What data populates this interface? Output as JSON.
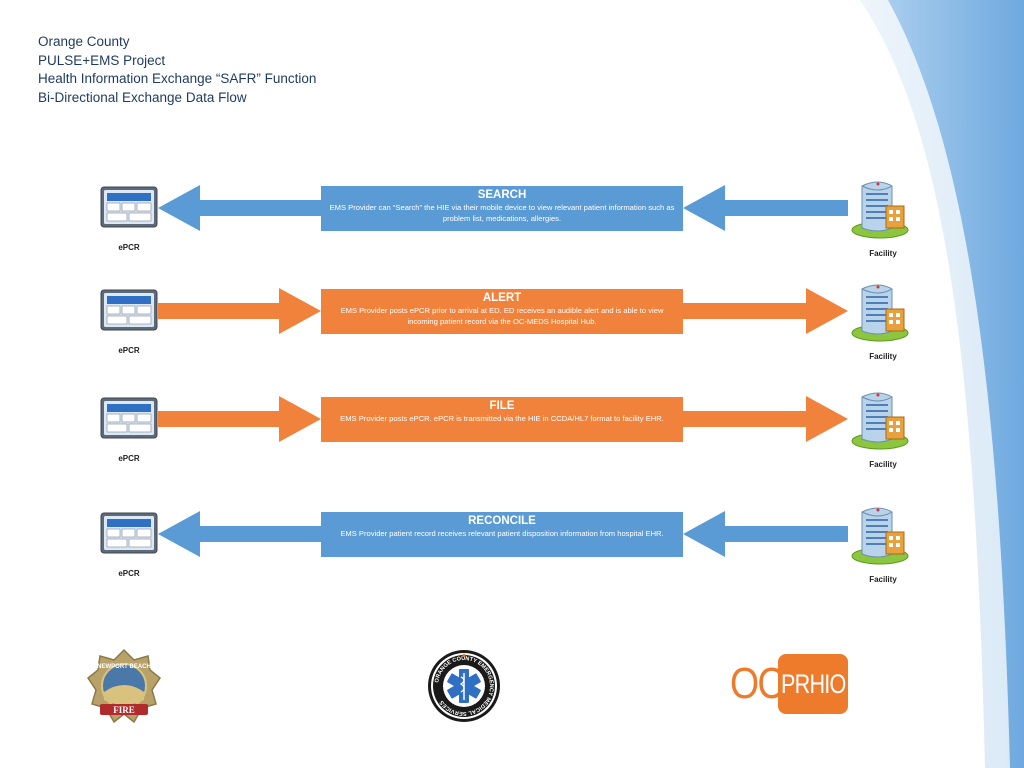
{
  "title_lines": [
    "Orange County",
    "PULSE+EMS Project",
    "Health Information Exchange “SAFR” Function",
    "Bi-Directional Exchange Data Flow"
  ],
  "rows": [
    {
      "title": "SEARCH",
      "text": "EMS Provider can “Search” the HIE via their mobile device to view relevant patient information such as problem list, medications, allergies.",
      "direction": "left",
      "color": "#5b9bd5",
      "left_label": "ePCR",
      "right_label": "Facility"
    },
    {
      "title": "ALERT",
      "text": "EMS Provider posts ePCR prior to arrival at ED. ED receives an audible alert and is able to view incoming patient record via the OC-MEDS Hospital Hub.",
      "direction": "right",
      "color": "#f0823c",
      "left_label": "ePCR",
      "right_label": "Facility"
    },
    {
      "title": "FILE",
      "text": "EMS Provider posts ePCR. ePCR is transmitted via the HIE in CCDA/HL7 format to facility EHR.",
      "direction": "right",
      "color": "#f0823c",
      "left_label": "ePCR",
      "right_label": "Facility"
    },
    {
      "title": "RECONCILE",
      "text": "EMS Provider patient record receives relevant patient disposition information from hospital EHR.",
      "direction": "left",
      "color": "#5b9bd5",
      "left_label": "ePCR",
      "right_label": "Facility"
    }
  ],
  "logos": {
    "fire": {
      "top_text": "NEWPORT BEACH",
      "bottom_text": "FIRE"
    },
    "ems": {
      "ring_text": "ORANGE COUNTY EMERGENCY MEDICAL SERVICES"
    },
    "ocprhio": {
      "left_text": "OC",
      "right_text": "PRHIO",
      "color": "#ee7a2b"
    }
  },
  "colors": {
    "blue": "#5b9bd5",
    "orange": "#f0823c",
    "title_text": "#1f3a5f",
    "background_swoosh": "#7eb3e3"
  }
}
